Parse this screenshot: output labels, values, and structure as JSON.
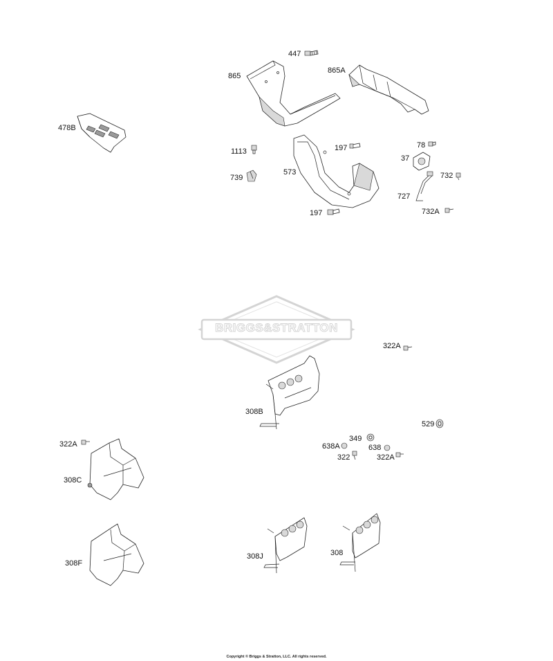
{
  "callouts": {
    "c447": "447",
    "c865": "865",
    "c865a": "865A",
    "c478b": "478B",
    "c1113": "1113",
    "c197a": "197",
    "c78": "78",
    "c37": "37",
    "c573": "573",
    "c739": "739",
    "c732": "732",
    "c727": "727",
    "c197b": "197",
    "c732a": "732A",
    "c322a_top": "322A",
    "c308b": "308B",
    "c529": "529",
    "c322a_left": "322A",
    "c349": "349",
    "c638a": "638A",
    "c638": "638",
    "c322": "322",
    "c322a_mid": "322A",
    "c308c": "308C",
    "c308f": "308F",
    "c308j": "308J",
    "c308": "308"
  },
  "watermark": {
    "text": "BRIGGS&STRATTON"
  },
  "copyright": "Copyright © Briggs & Stratton, LLC. All rights reserved.",
  "colors": {
    "line": "#222222",
    "shade": "#d9d9d9",
    "watermark": "#d4d4d4"
  }
}
